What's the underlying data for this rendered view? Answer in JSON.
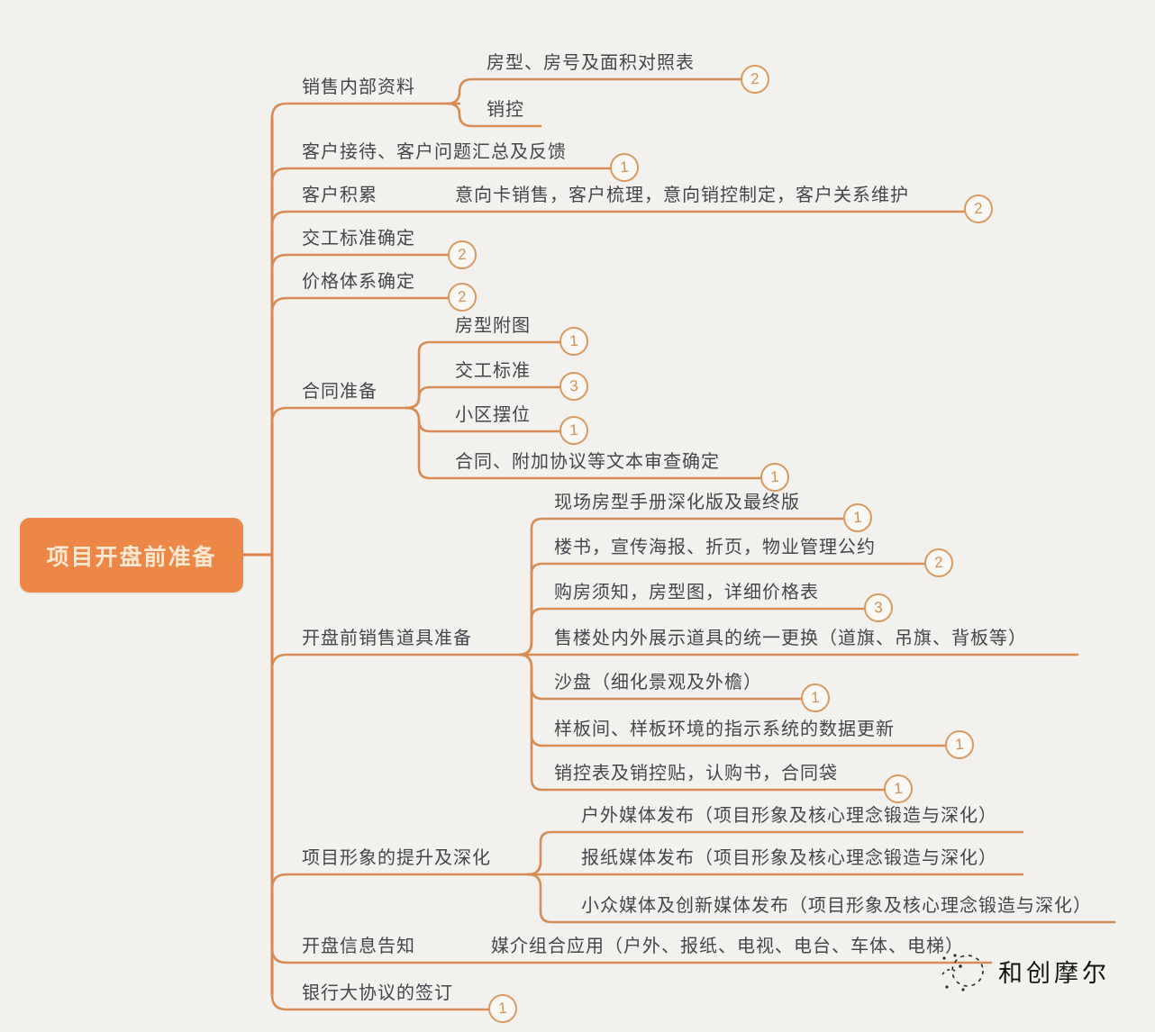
{
  "root": {
    "label": "项目开盘前准备"
  },
  "branches": [
    {
      "label": "销售内部资料",
      "children": [
        {
          "label": "房型、房号及面积对照表",
          "badge": "2"
        },
        {
          "label": "销控"
        }
      ]
    },
    {
      "label": "客户接待、客户问题汇总及反馈",
      "badge": "1"
    },
    {
      "label": "客户积累",
      "detail": "意向卡销售，客户梳理，意向销控制定，客户关系维护",
      "badge": "2"
    },
    {
      "label": "交工标准确定",
      "badge": "2"
    },
    {
      "label": "价格体系确定",
      "badge": "2"
    },
    {
      "label": "合同准备",
      "children": [
        {
          "label": "房型附图",
          "badge": "1"
        },
        {
          "label": "交工标准",
          "badge": "3"
        },
        {
          "label": "小区摆位",
          "badge": "1"
        },
        {
          "label": "合同、附加协议等文本审查确定",
          "badge": "1"
        }
      ]
    },
    {
      "label": "开盘前销售道具准备",
      "children": [
        {
          "label": "现场房型手册深化版及最终版",
          "badge": "1"
        },
        {
          "label": "楼书，宣传海报、折页，物业管理公约",
          "badge": "2"
        },
        {
          "label": "购房须知，房型图，详细价格表",
          "badge": "3"
        },
        {
          "label": "售楼处内外展示道具的统一更换（道旗、吊旗、背板等）"
        },
        {
          "label": "沙盘（细化景观及外檐）",
          "badge": "1"
        },
        {
          "label": "样板间、样板环境的指示系统的数据更新",
          "badge": "1"
        },
        {
          "label": "销控表及销控贴，认购书，合同袋",
          "badge": "1"
        }
      ]
    },
    {
      "label": "项目形象的提升及深化",
      "children": [
        {
          "label": "户外媒体发布（项目形象及核心理念锻造与深化）"
        },
        {
          "label": "报纸媒体发布（项目形象及核心理念锻造与深化）"
        },
        {
          "label": "小众媒体及创新媒体发布（项目形象及核心理念锻造与深化）"
        }
      ]
    },
    {
      "label": "开盘信息告知",
      "detail": "媒介组合应用（户外、报纸、电视、电台、车体、电梯）"
    },
    {
      "label": "银行大协议的签订",
      "badge": "1"
    }
  ],
  "watermark": {
    "text": "和创摩尔"
  },
  "colors": {
    "background": "#f2f1ee",
    "line": "#d88c55",
    "root_bg": "#ed8747",
    "root_text": "#fce8d2",
    "node_text": "#45464c",
    "badge_border": "#d99a62",
    "badge_text": "#cf8f55"
  }
}
